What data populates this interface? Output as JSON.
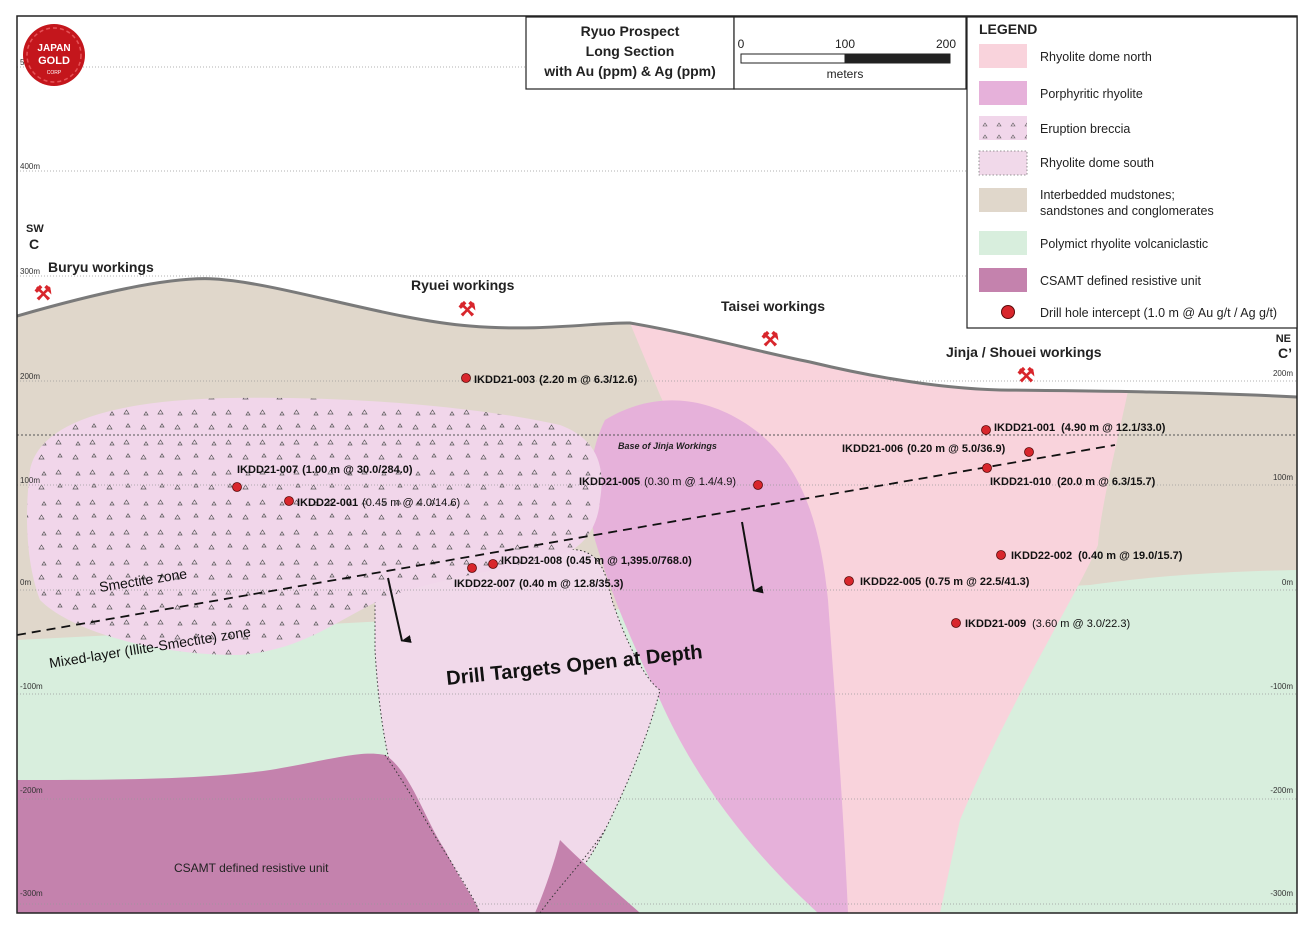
{
  "title_lines": [
    "Ryuo Prospect",
    "Long Section",
    "with Au (ppm) & Ag (ppm)"
  ],
  "logo": {
    "line1": "JAPAN",
    "line2": "GOLD",
    "line3": "CORP"
  },
  "scale": {
    "ticks": [
      "0",
      "100",
      "200"
    ],
    "unit": "meters"
  },
  "legend": {
    "title": "LEGEND",
    "items": [
      {
        "label": "Rhyolite dome north",
        "color": "#f9d3dc"
      },
      {
        "label": "Porphyritic rhyolite",
        "color": "#e6b1da"
      },
      {
        "label": "Eruption breccia",
        "color": "#f1d6ea"
      },
      {
        "label": "Rhyolite dome south",
        "color": "#f1d9ea"
      },
      {
        "label": "Interbedded mudstones;",
        "label2": "sandstones and conglomerates",
        "color": "#e0d7cb"
      },
      {
        "label": "Polymict rhyolite volcaniclastic",
        "color": "#d8eedd"
      },
      {
        "label": "CSAMT defined resistive unit",
        "color": "#c482ad"
      },
      {
        "label": "Drill hole intercept (1.0 m @ Au g/t / Ag g/t)",
        "color": "#d8262c"
      }
    ]
  },
  "section_ends": {
    "left_dir": "SW",
    "left_label": "C",
    "right_dir": "NE",
    "right_label": "C’"
  },
  "elevations": {
    "left": [
      "500m",
      "400m",
      "300m",
      "200m",
      "100m",
      "0m",
      "-100m",
      "-200m",
      "-300m"
    ],
    "right": [
      "200m",
      "100m",
      "0m",
      "-100m",
      "-200m",
      "-300m"
    ]
  },
  "workings": [
    "Buryu workings",
    "Ryuei workings",
    "Taisei workings",
    "Jinja / Shouei workings"
  ],
  "base_of_workings": "Base of Jinja Workings",
  "zones": {
    "smectite": "Smectite zone",
    "mixed": "Mixed-layer (Illite-Smectite) zone"
  },
  "drill_targets": "Drill Targets Open at Depth",
  "csamt_label": "CSAMT defined resistive unit",
  "drillholes": [
    {
      "id": "IKDD21-003",
      "result": "(2.20 m @ 6.3/12.6)"
    },
    {
      "id": "IKDD21-001",
      "result": "(4.90 m @ 12.1/33.0)"
    },
    {
      "id": "IKDD21-006",
      "result": "(0.20 m @ 5.0/36.9)"
    },
    {
      "id": "IKDD21-007",
      "result": "(1.00 m @ 30.0/284.0)"
    },
    {
      "id": "IKDD21-005",
      "result": "(0.30 m @ 1.4/4.9)"
    },
    {
      "id": "IKDD21-010",
      "result": "(20.0 m @ 6.3/15.7)"
    },
    {
      "id": "IKDD22-001",
      "result": "(0.45 m @ 4.0/14.6)"
    },
    {
      "id": "IKDD21-008",
      "result": "(0.45 m @ 1,395.0/768.0)"
    },
    {
      "id": "IKDD22-002",
      "result": "(0.40 m @ 19.0/15.7)"
    },
    {
      "id": "IKDD22-007",
      "result": "(0.40 m @ 12.8/35.3)"
    },
    {
      "id": "IKDD22-005",
      "result": "(0.75 m @ 22.5/41.3)"
    },
    {
      "id": "IKDD21-009",
      "result": "(3.60 m @ 3.0/22.3)"
    }
  ]
}
